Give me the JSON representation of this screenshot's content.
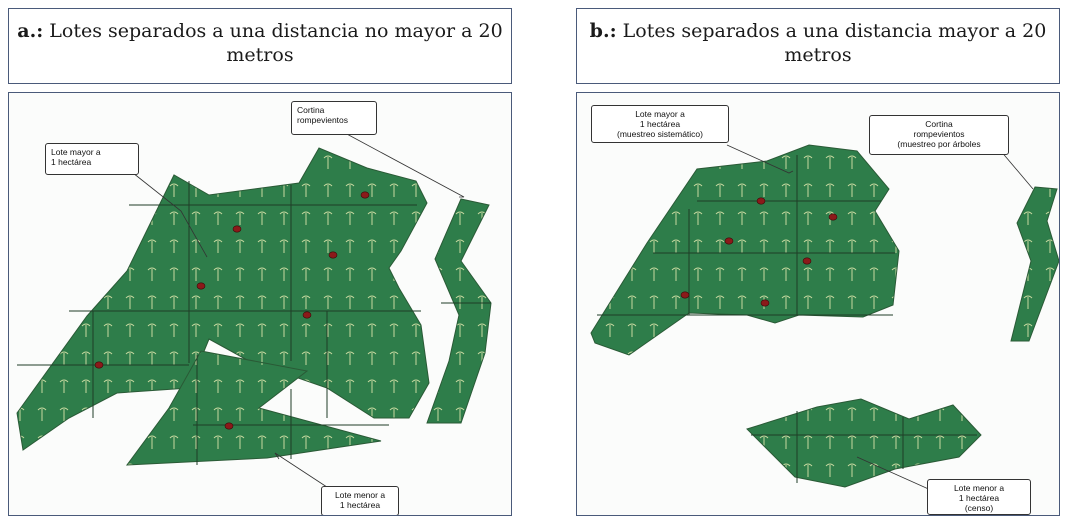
{
  "panel_a": {
    "title_prefix": "a.:",
    "title_text": " Lotes separados a una distancia no mayor a 20 metros",
    "callouts": {
      "windbreak": "Cortina\nrompevientos",
      "large_lot": "Lote mayor a\n1 hectárea",
      "small_lot": "Lote menor a\n1 hectárea"
    }
  },
  "panel_b": {
    "title_prefix": "b.:",
    "title_text": " Lotes separados a una distancia mayor a 20 metros",
    "callouts": {
      "large_lot": "Lote mayor a\n1 hectárea\n(muestreo sistemático)",
      "windbreak": "Cortina\nrompevientos\n(muestreo por árboles",
      "small_lot": "Lote menor a\n1 hectárea\n(censo)"
    }
  },
  "colors": {
    "lot_fill": "#2e7d4a",
    "tree": "#c8d9a0",
    "sample_point": "#8b1a1a",
    "grid_line": "#1f3d27"
  },
  "legend_items": {
    "tree_icon": "tree-icon",
    "sample_point_icon": "sample-point-icon"
  }
}
